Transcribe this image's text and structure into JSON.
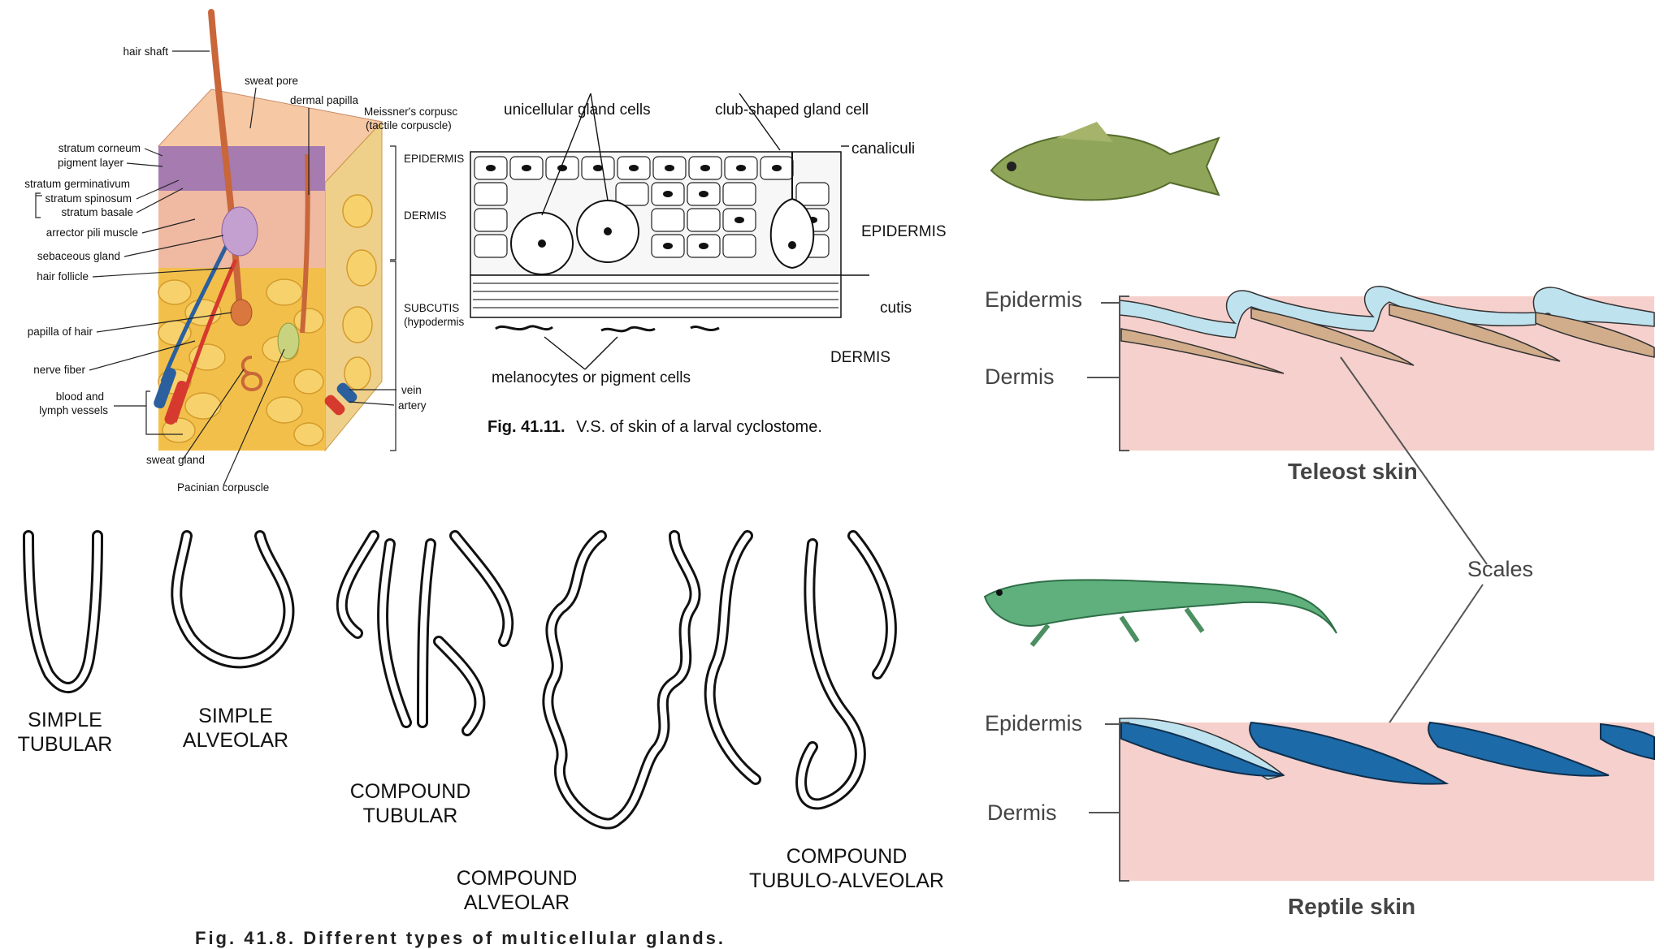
{
  "skin_section": {
    "labels": {
      "hair_shaft": "hair shaft",
      "sweat_pore": "sweat pore",
      "dermal_papilla": "dermal papilla",
      "meissner_1": "Meissner's corpusc",
      "meissner_2": "(tactile corpuscle)",
      "stratum_corneum": "stratum corneum",
      "pigment_layer": "pigment layer",
      "stratum_germinativum": "stratum germinativum",
      "stratum_spinosum": "stratum spinosum",
      "stratum_basale": "stratum basale",
      "arrector_pili": "arrector pili muscle",
      "sebaceous_gland": "sebaceous gland",
      "hair_follicle": "hair follicle",
      "papilla_of_hair": "papilla of hair",
      "nerve_fiber": "nerve fiber",
      "blood_lymph_1": "blood and",
      "blood_lymph_2": "lymph vessels",
      "sweat_gland": "sweat gland",
      "pacinian": "Pacinian corpuscle",
      "epidermis": "EPIDERMIS",
      "dermis": "DERMIS",
      "subcutis_1": "SUBCUTIS",
      "subcutis_2": "(hypodermis",
      "vein": "vein",
      "artery": "artery"
    },
    "colors": {
      "skin": "#f3b48f",
      "epidermis": "#b58ab8",
      "fat": "#f2c04a",
      "hair": "#c9663a",
      "vein": "#2b5f9e",
      "artery": "#d63a2f"
    }
  },
  "cyclostome": {
    "labels": {
      "unicellular": "unicellular gland cells",
      "club_shaped": "club-shaped gland cell",
      "canaliculi": "canaliculi",
      "epidermis": "EPIDERMIS",
      "cutis": "cutis",
      "dermis": "DERMIS",
      "melanocytes": "melanocytes or pigment cells"
    },
    "caption_num": "Fig. 41.11.",
    "caption_text": "V.S. of skin of a larval cyclostome."
  },
  "glands": {
    "simple_tubular_1": "SIMPLE",
    "simple_tubular_2": "TUBULAR",
    "simple_alveolar_1": "SIMPLE",
    "simple_alveolar_2": "ALVEOLAR",
    "compound_tubular_1": "COMPOUND",
    "compound_tubular_2": "TUBULAR",
    "compound_alveolar_1": "COMPOUND",
    "compound_alveolar_2": "ALVEOLAR",
    "compound_tubuloalveolar_1": "COMPOUND",
    "compound_tubuloalveolar_2": "TUBULO-ALVEOLAR",
    "cut_caption": "Fig. 41.8. Different types of multicellular glands."
  },
  "scales": {
    "teleost": {
      "epidermis": "Epidermis",
      "dermis": "Dermis",
      "title": "Teleost skin"
    },
    "reptile": {
      "epidermis": "Epidermis",
      "dermis": "Dermis",
      "title": "Reptile skin"
    },
    "scales_label": "Scales",
    "colors": {
      "dermis": "#f6d0cc",
      "teleost_epidermis": "#bfe2ef",
      "teleost_scale": "#d2ad8c",
      "reptile_scale": "#1d6aa8",
      "fish_body": "#8fa65a",
      "lizard_body": "#5fb07c"
    }
  }
}
